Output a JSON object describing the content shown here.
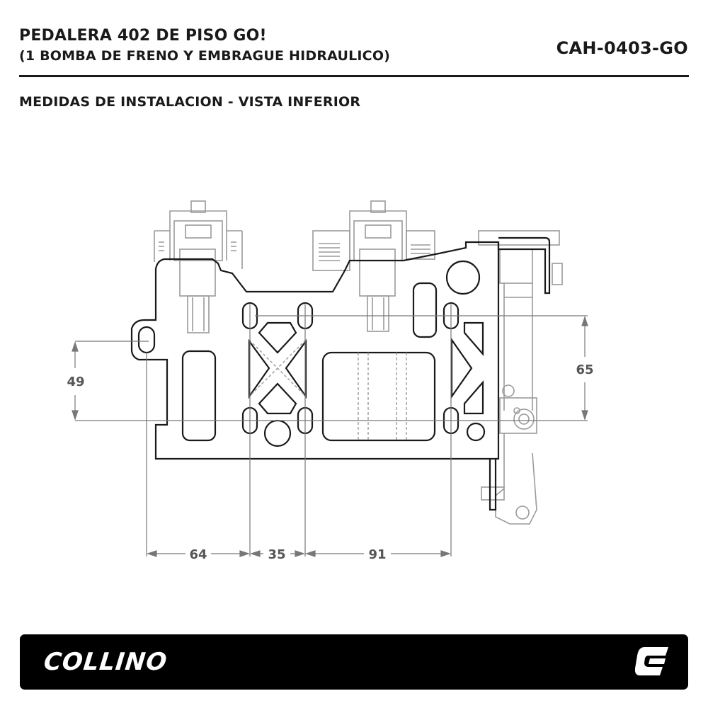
{
  "header": {
    "title_line1": "PEDALERA 402 DE PISO GO!",
    "title_line2": "(1 BOMBA DE FRENO Y EMBRAGUE HIDRAULICO)",
    "product_code": "CAH-0403-GO"
  },
  "section": {
    "subtitle": "MEDIDAS DE INSTALACION - VISTA INFERIOR"
  },
  "dimensions": {
    "vertical_left": "49",
    "vertical_right": "65",
    "horizontal_1": "64",
    "horizontal_2": "35",
    "horizontal_3": "91"
  },
  "footer": {
    "brand": "COLLINO",
    "logo_icon": "collino-c-icon"
  },
  "colors": {
    "outline": "#1a1a1a",
    "ghost": "#9a9a9a",
    "dimension": "#777777",
    "footer_bg": "#000000",
    "footer_text": "#ffffff"
  }
}
